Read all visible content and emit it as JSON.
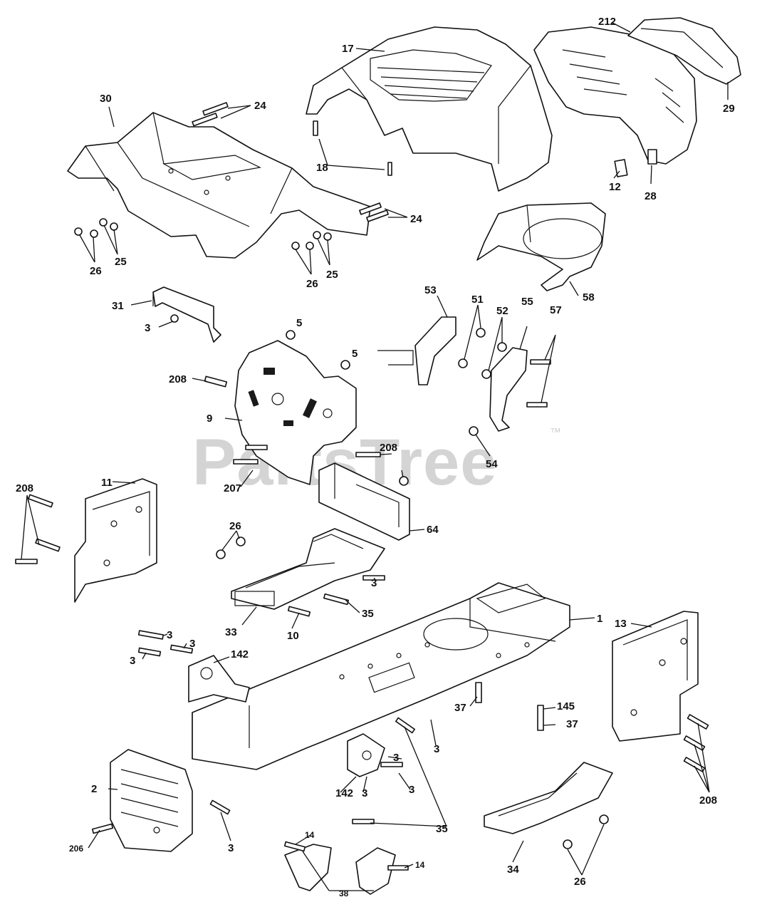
{
  "watermark": {
    "text": "PartsTree",
    "trademark": "™"
  },
  "callouts": {
    "c1": "1",
    "c2": "2",
    "c3a": "3",
    "c3b": "3",
    "c3c": "3",
    "c3d": "3",
    "c3e": "3",
    "c3f": "3",
    "c3g": "3",
    "c3h": "3",
    "c3i": "3",
    "c3j": "3",
    "c5a": "5",
    "c5b": "5",
    "c9": "9",
    "c10": "10",
    "c11": "11",
    "c12": "12",
    "c13": "13",
    "c14a": "14",
    "c14b": "14",
    "c17": "17",
    "c18": "18",
    "c24a": "24",
    "c24b": "24",
    "c25a": "25",
    "c25b": "25",
    "c26a": "26",
    "c26b": "26",
    "c26c": "26",
    "c26d": "26",
    "c28": "28",
    "c29": "29",
    "c30": "30",
    "c31": "31",
    "c33": "33",
    "c34": "34",
    "c35a": "35",
    "c35b": "35",
    "c37a": "37",
    "c37b": "37",
    "c38": "38",
    "c51": "51",
    "c52": "52",
    "c53": "53",
    "c54": "54",
    "c55": "55",
    "c57": "57",
    "c58": "58",
    "c64": "64",
    "c142a": "142",
    "c142b": "142",
    "c145": "145",
    "c206": "206",
    "c207": "207",
    "c208a": "208",
    "c208b": "208",
    "c208c": "208",
    "c208d": "208",
    "c212": "212"
  }
}
